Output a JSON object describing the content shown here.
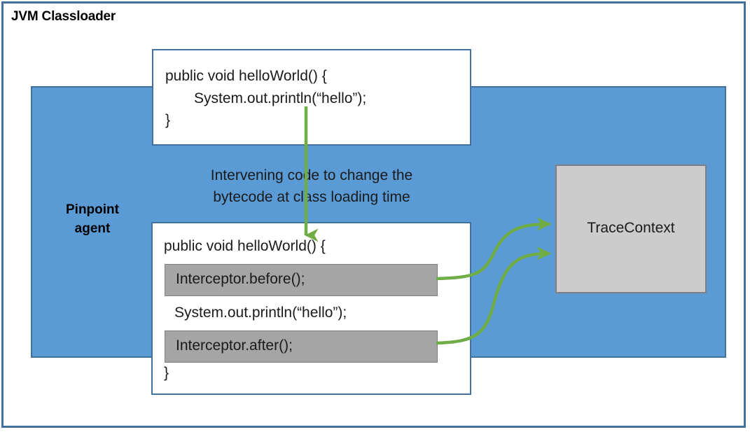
{
  "diagram": {
    "title": "JVM Classloader",
    "agent": {
      "label_line1": "Pinpoint",
      "label_line2": "agent",
      "fill_color": "#5B9BD5",
      "border_color": "#41719C"
    },
    "original_code_box": {
      "name": "original bytecode",
      "border_color": "#41719C",
      "lines": [
        "public void helloWorld() {",
        "System.out.println(“hello”);",
        "}"
      ]
    },
    "annotation": {
      "line1": "Intervening code to change the",
      "line2": "bytecode at class loading time"
    },
    "instrumented_code_box": {
      "name": "instrumented bytecode",
      "border_color": "#41719C",
      "line_open": "public void helloWorld() {",
      "interceptor_before": "Interceptor.before();",
      "body_line": "System.out.println(“hello”);",
      "interceptor_after": "Interceptor.after();",
      "line_close": "}",
      "highlight_fill": "#A5A5A5",
      "highlight_border": "#7F7F7F"
    },
    "trace_context": {
      "label": "TraceContext",
      "fill_color": "#CCCCCC",
      "border_color": "#7F7F7F"
    },
    "arrows": {
      "color": "#70AD47",
      "transform_arrow": "vertical-down-arrow",
      "before_to_context": "curved-arrow-before-to-tracecontext",
      "after_to_context": "curved-arrow-after-to-tracecontext"
    }
  }
}
